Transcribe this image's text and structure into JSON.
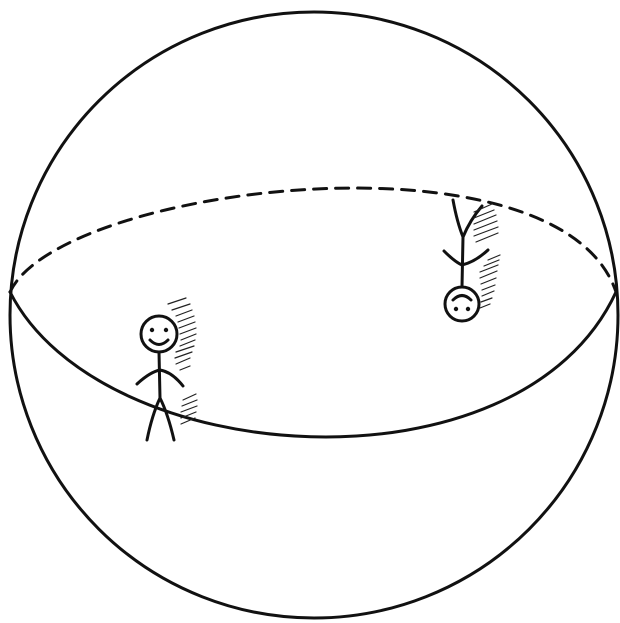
{
  "figure": {
    "subject": "sphere-with-two-stick-figures",
    "ink_color": "#111111",
    "background_color": "#ffffff"
  },
  "figures": [
    {
      "id": "upright-person",
      "orientation": "upright",
      "face": "smiling"
    },
    {
      "id": "inverted-person",
      "orientation": "upside-down",
      "face": "smiling"
    }
  ]
}
